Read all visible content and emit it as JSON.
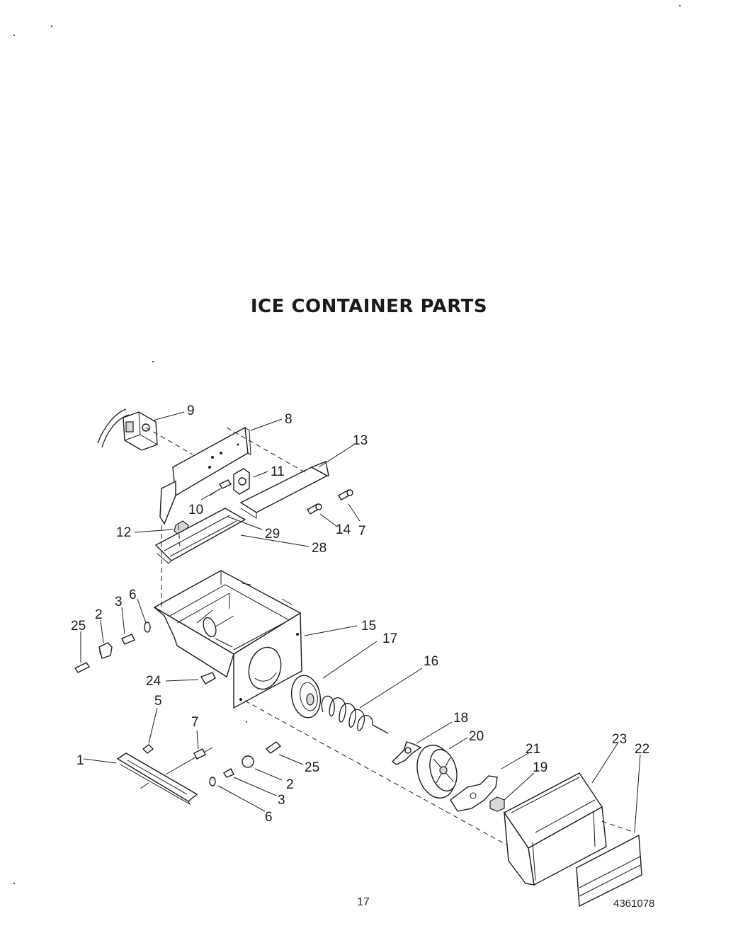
{
  "title": "ICE CONTAINER PARTS",
  "page_number": "17",
  "document_number": "4361078",
  "callouts": [
    "9",
    "8",
    "13",
    "11",
    "10",
    "7",
    "12",
    "29",
    "14",
    "28",
    "25",
    "2",
    "3",
    "6",
    "15",
    "17",
    "16",
    "24",
    "5",
    "7",
    "1",
    "25",
    "2",
    "3",
    "6",
    "18",
    "20",
    "21",
    "19",
    "23",
    "22"
  ]
}
